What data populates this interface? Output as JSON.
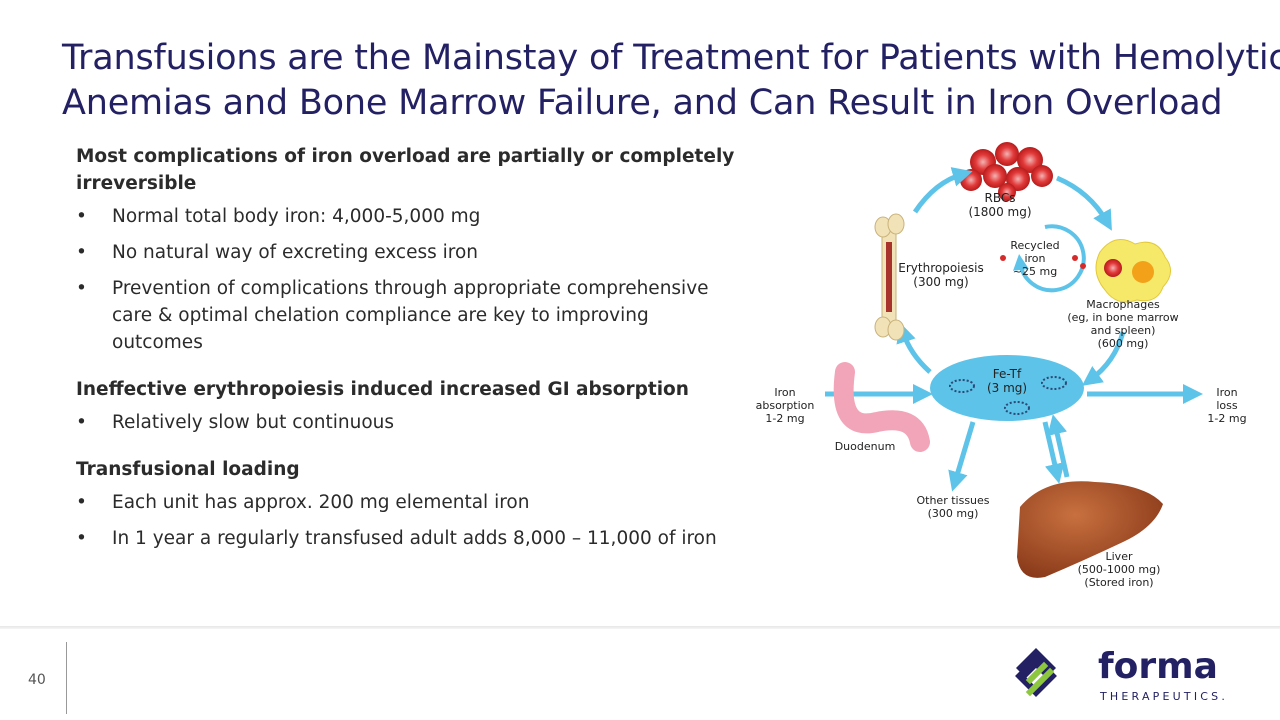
{
  "title": {
    "line1": "Transfusions are the Mainstay of Treatment for Patients with Hemolytic",
    "line2": "Anemias and Bone Marrow Failure, and Can Result in Iron Overload"
  },
  "sections": [
    {
      "heading_line1": "Most complications of iron overload are partially or completely",
      "heading_line2": "irreversible",
      "bullets": [
        "Normal total body iron: 4,000-5,000 mg",
        "No natural way of excreting excess iron",
        "Prevention of complications through appropriate comprehensive care & optimal chelation compliance are key to improving outcomes"
      ]
    },
    {
      "heading": "Ineffective erythropoiesis induced increased GI absorption",
      "bullets": [
        "Relatively slow but continuous"
      ]
    },
    {
      "heading": "Transfusional loading",
      "bullets": [
        "Each unit has approx. 200 mg elemental iron",
        "In 1 year a regularly transfused adult adds 8,000 – 11,000 of iron"
      ]
    }
  ],
  "diagram": {
    "rbcs": "RBCs",
    "rbcs_amount": "(1800 mg)",
    "recycled_1": "Recycled",
    "recycled_2": "iron",
    "recycled_3": "~25 mg",
    "erythropoiesis": "Erythropoiesis",
    "erythropoiesis_amount": "(300 mg)",
    "macrophages_1": "Macrophages",
    "macrophages_2": "(eg, in bone marrow",
    "macrophages_3": "and spleen)",
    "macrophages_4": "(600 mg)",
    "fetf_1": "Fe-Tf",
    "fetf_2": "(3 mg)",
    "iron_abs_1": "Iron",
    "iron_abs_2": "absorption",
    "iron_abs_3": "1-2 mg",
    "iron_loss_1": "Iron",
    "iron_loss_2": "loss",
    "iron_loss_3": "1-2 mg",
    "duodenum": "Duodenum",
    "other_1": "Other tissues",
    "other_2": "(300 mg)",
    "liver_1": "Liver",
    "liver_2": "(500-1000 mg)",
    "liver_3": "(Stored iron)"
  },
  "footer": {
    "page_number": "40",
    "logo_word": "forma",
    "logo_sub": "THERAPEUTICS.",
    "colors": {
      "navy": "#232163",
      "green": "#8dc63f"
    }
  }
}
